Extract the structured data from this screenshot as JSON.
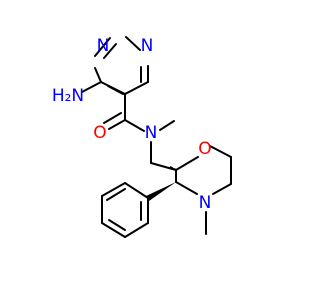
{
  "molecule": {
    "atom_color_nitrogen": "#0000ff",
    "atom_color_oxygen": "#ff0000",
    "bond_color": "#000000",
    "labels": {
      "n_ring_top_left": "N",
      "n_ring_top_right": "N",
      "amine_nh2": "H₂N",
      "carbonyl_o": "O",
      "amide_n": "N",
      "morpholine_o": "O",
      "morpholine_n": "N"
    }
  }
}
